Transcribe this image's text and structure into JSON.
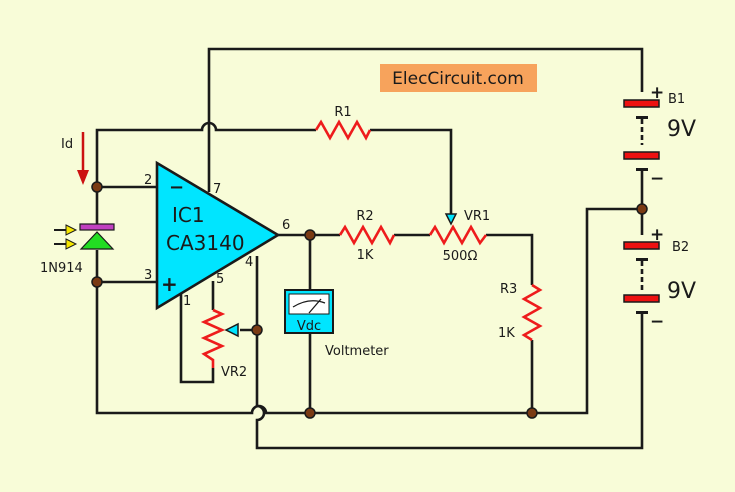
{
  "watermark": "ElecCircuit.com",
  "colors": {
    "background": "#f8fcd8",
    "wire": "#1a1a1a",
    "resistor": "#ee1c1c",
    "opamp_fill": "#00e5ff",
    "node": "#7a3a14",
    "battery_plate": "#ee1111",
    "watermark_bg": "#f7a35c",
    "current_arrow": "#cc1111",
    "diode_fill": "#22dd22",
    "diode_bar": "#c040c0",
    "light_arrows": "#f5e600"
  },
  "opamp": {
    "name": "IC1",
    "part": "CA3140",
    "pins": {
      "inverting": "2",
      "noninverting": "3",
      "output": "6",
      "vplus": "7",
      "vminus": "4",
      "offset1": "1",
      "offset5": "5"
    },
    "inv_sign": "−",
    "noninv_sign": "+"
  },
  "photodiode": {
    "part": "1N914",
    "current_label": "Id"
  },
  "resistors": {
    "r1": {
      "name": "R1",
      "value": ""
    },
    "r2": {
      "name": "R2",
      "value": "1K"
    },
    "r3": {
      "name": "R3",
      "value": "1K"
    },
    "vr1": {
      "name": "VR1",
      "value": "500Ω"
    },
    "vr2": {
      "name": "VR2",
      "value": ""
    }
  },
  "meter": {
    "display": "Vdc",
    "label": "Voltmeter"
  },
  "batteries": [
    {
      "name": "B1",
      "voltage": "9V",
      "plus": "+",
      "minus": "−"
    },
    {
      "name": "B2",
      "voltage": "9V",
      "plus": "+",
      "minus": "−"
    }
  ]
}
